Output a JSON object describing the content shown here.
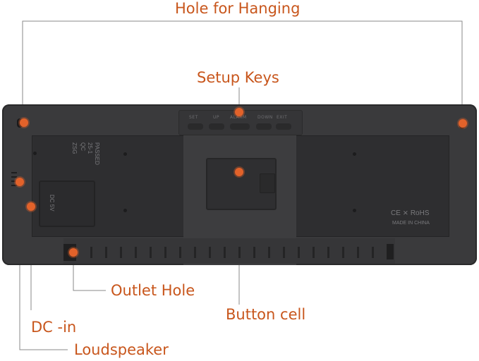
{
  "labels": {
    "hole_for_hanging": "Hole for Hanging",
    "setup_keys": "Setup Keys",
    "outlet_hole": "Outlet Hole",
    "button_cell": "Button cell",
    "dc_in": "DC -in",
    "loudspeaker": "Loudspeaker"
  },
  "device": {
    "keys": [
      "SET",
      "UP",
      "ALARM",
      "DOWN",
      "EXIT"
    ],
    "sticker_lines": [
      "ZSG",
      "QC",
      "25-1",
      "PASSED"
    ],
    "dc_label": "DC 5V",
    "ce_rohs": "CE ⨯ RoHS",
    "made_in": "MADE IN CHINA"
  },
  "colors": {
    "callout": "#c8561c",
    "dot": "#e2622a",
    "leader": "#8a8a8a",
    "device": "#3a3a3c"
  }
}
